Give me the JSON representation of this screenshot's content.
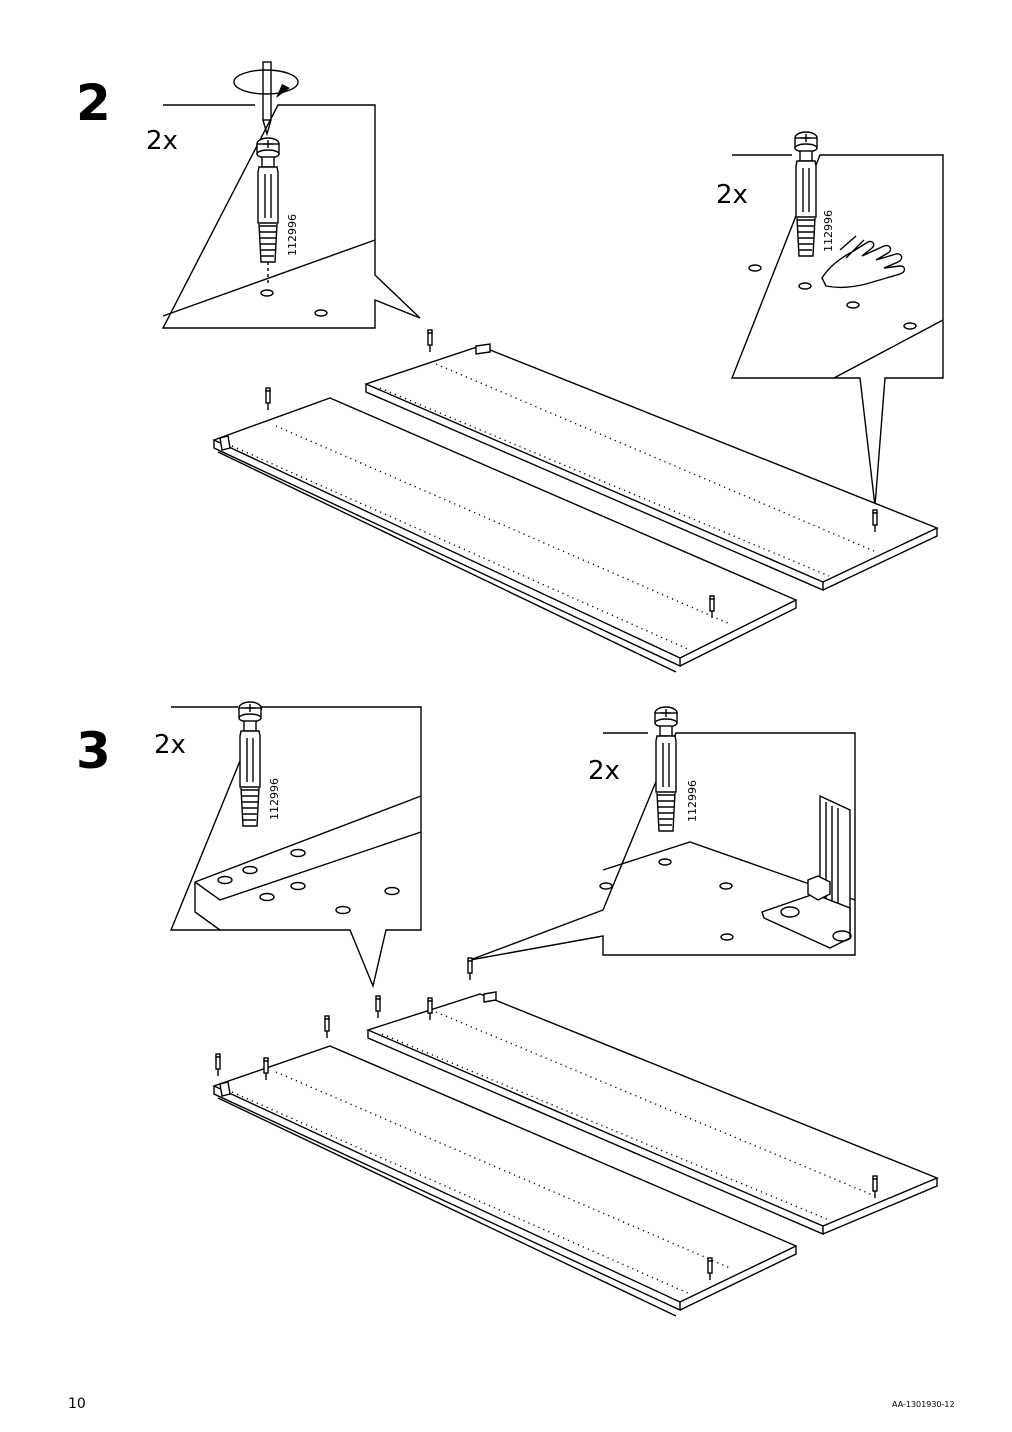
{
  "steps": [
    {
      "number": "2",
      "callouts": [
        {
          "quantity": "2x",
          "part_number": "112996",
          "action": "screwdriver"
        },
        {
          "quantity": "2x",
          "part_number": "112996",
          "action": "press-by-hand"
        }
      ]
    },
    {
      "number": "3",
      "callouts": [
        {
          "quantity": "2x",
          "part_number": "112996"
        },
        {
          "quantity": "2x",
          "part_number": "112996"
        }
      ]
    }
  ],
  "footer": {
    "page_number": "10",
    "document_code": "AA-1301930-12"
  }
}
